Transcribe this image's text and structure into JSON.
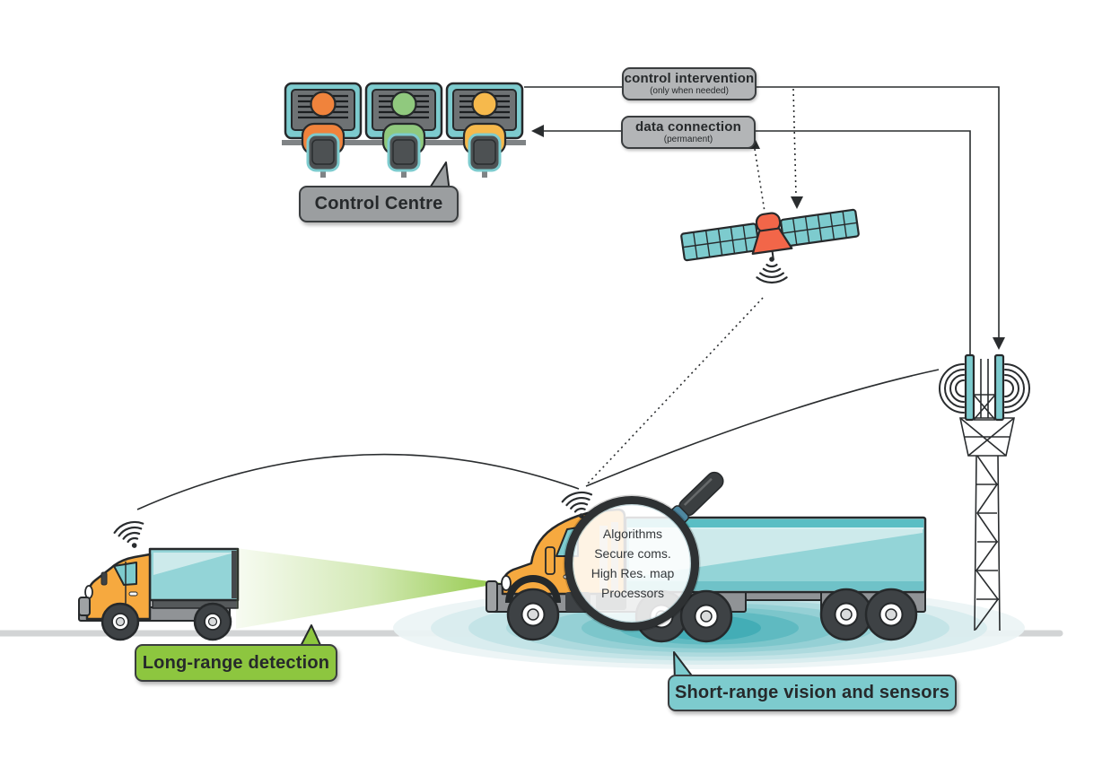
{
  "connections": {
    "control_intervention": {
      "title": "control intervention",
      "subtitle": "(only when needed)"
    },
    "data_connection": {
      "title": "data connection",
      "subtitle": "(permanent)"
    }
  },
  "callouts": {
    "control_centre": "Control Centre",
    "long_range": "Long-range detection",
    "short_range": "Short-range vision and sensors"
  },
  "magnifier": {
    "lines": [
      "Algorithms",
      "Secure coms.",
      "High Res. map",
      "Processors"
    ]
  },
  "icons": [
    "wifi-icon",
    "satellite-icon",
    "cell-tower-icon",
    "magnifier-icon",
    "operator-workstation-icon",
    "truck-icon",
    "semi-truck-icon"
  ],
  "colors": {
    "outline": "#26292B",
    "line": "#2A2D2F",
    "text_dark": "#26292B",
    "teal": "#7DCBCE",
    "teal_mid": "#93D4D7",
    "teal_dark": "#5ABEC4",
    "teal_pale": "#CDEAEB",
    "orange": "#F6A93F",
    "orange_person": "#F0833C",
    "green_person": "#90C97E",
    "yellow_person": "#F6B94C",
    "sat_orange": "#F26649",
    "green": "#8DC63F",
    "gray_label": "#B3B5B7",
    "gray_bubble": "#9B9EA0",
    "gray_dark": "#3A3D3F",
    "chassis": "#909396",
    "chassis_dark": "#55595B",
    "screen": "#6E7274",
    "chair": "#4D5153",
    "wheel": "#3E4245",
    "ground": "#D2D4D5",
    "lens_ring": "#2E3133",
    "handle": "#3B3F41",
    "ferrule": "#4E87A0"
  }
}
